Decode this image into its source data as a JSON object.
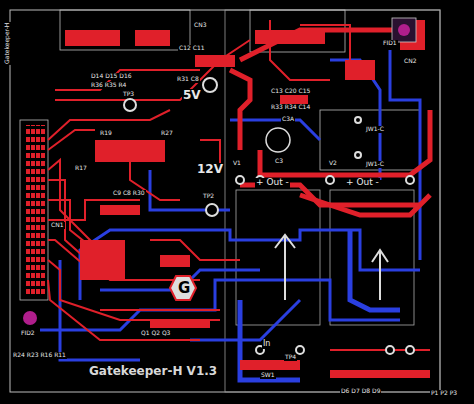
{
  "diagram": {
    "labels": [
      "CN3",
      "C12 C11",
      "D14 D15 D16",
      "R36 R35 R4",
      "R31 C8",
      "TP3",
      "5V",
      "R33 R34 C14",
      "C13 C20 C15",
      "CN2",
      "FID1",
      "JW1-C",
      "JW1-C",
      "C3A",
      "C3",
      "V1",
      "12V",
      "TP2",
      "V2",
      "+ Out -",
      "+ Out -",
      "CN1",
      "R19",
      "R27",
      "C9 C8 R30",
      "R17",
      "G",
      "FID2",
      "R24 R23 R16 R11",
      "Gatekeeper-H  V1.3",
      "Q1 Q2 Q3",
      "In",
      "TP4",
      "SW1",
      "D6 D7 D8 D9",
      "P1 P2 P3",
      "Gatekeeper-H"
    ]
  }
}
